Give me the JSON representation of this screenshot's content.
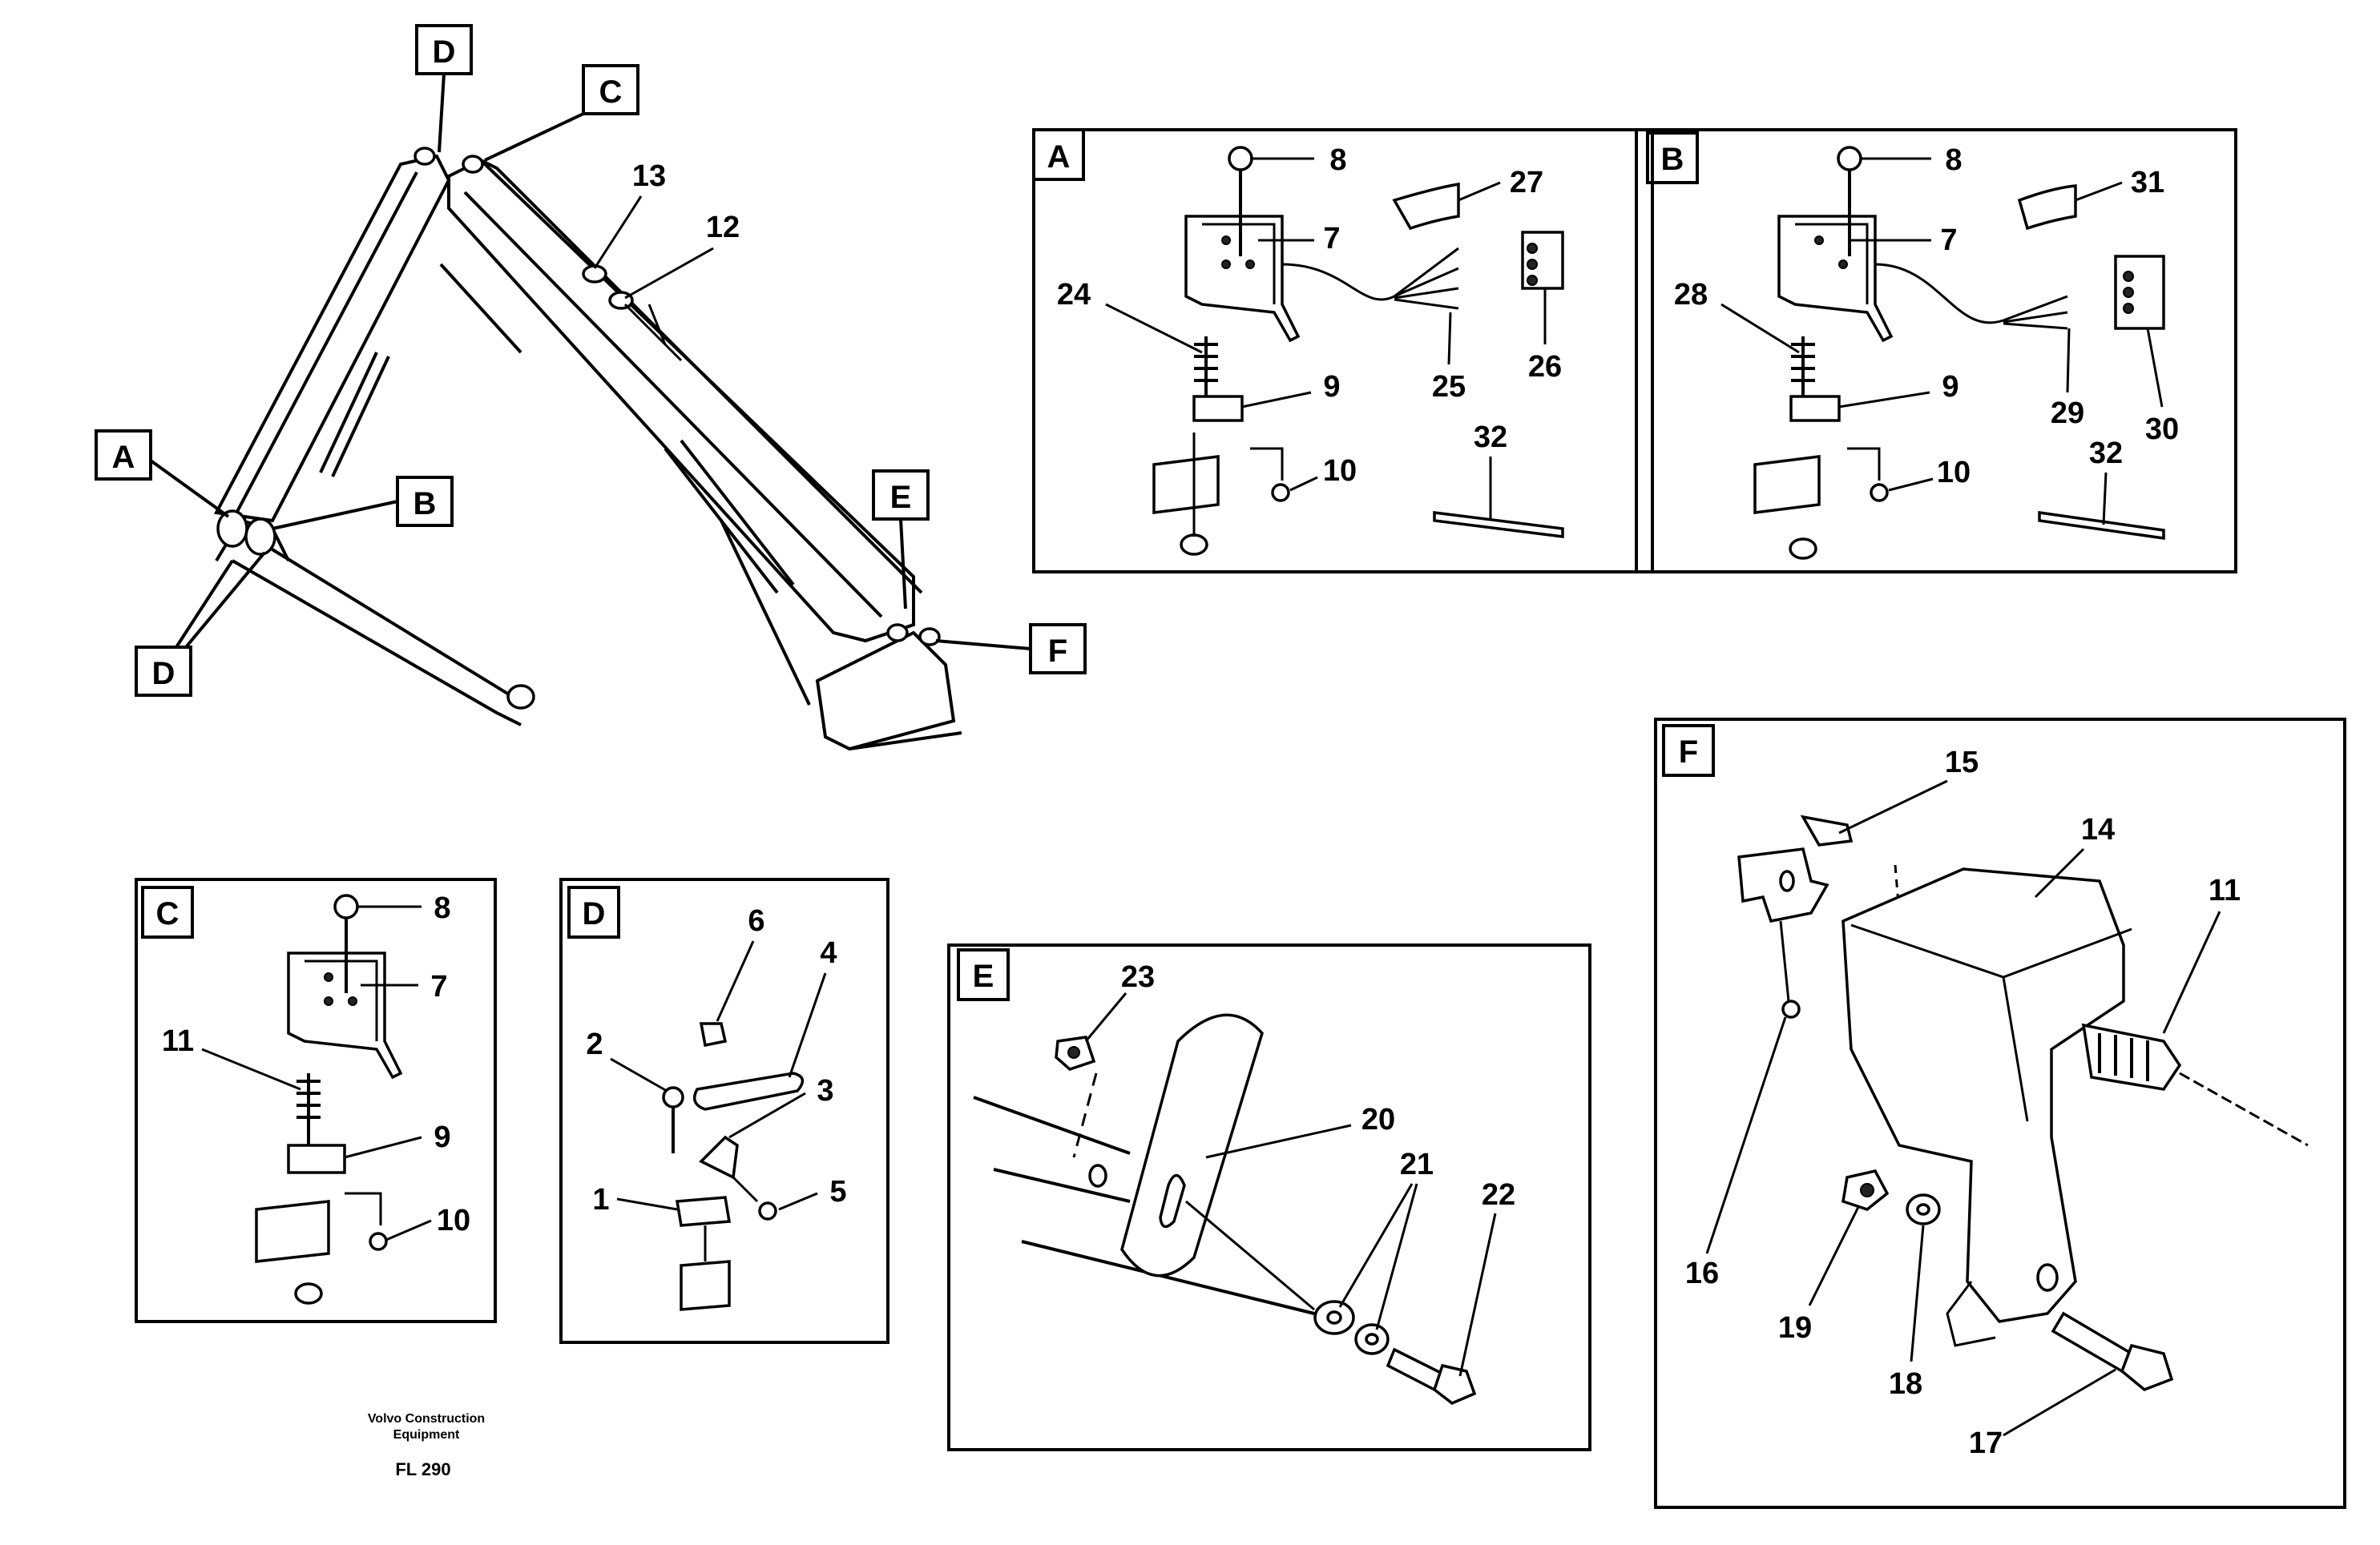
{
  "title_block": {
    "credit": "Volvo Construction Equipment",
    "credit_line1": "Volvo Construction",
    "credit_line2": "Equipment",
    "code": "FL 290"
  },
  "main_view": {
    "callouts": {
      "a": "A",
      "b": "B",
      "c": "C",
      "d_top": "D",
      "d_bottom": "D",
      "e": "E",
      "f": "F"
    },
    "part_numbers": {
      "p13": "13",
      "p12": "12"
    }
  },
  "panel_a": {
    "label": "A",
    "parts": {
      "p8": "8",
      "p7": "7",
      "p27": "27",
      "p24": "24",
      "p9": "9",
      "p25": "25",
      "p26": "26",
      "p32": "32",
      "p10": "10"
    }
  },
  "panel_b": {
    "label": "B",
    "parts": {
      "p8": "8",
      "p7": "7",
      "p31": "31",
      "p28": "28",
      "p9": "9",
      "p29": "29",
      "p30": "30",
      "p32": "32",
      "p10": "10"
    }
  },
  "panel_c": {
    "label": "C",
    "parts": {
      "p8": "8",
      "p7": "7",
      "p11": "11",
      "p9": "9",
      "p10": "10"
    }
  },
  "panel_d": {
    "label": "D",
    "parts": {
      "p6": "6",
      "p4": "4",
      "p2": "2",
      "p3": "3",
      "p1": "1",
      "p5": "5"
    }
  },
  "panel_e": {
    "label": "E",
    "parts": {
      "p23": "23",
      "p20": "20",
      "p21": "21",
      "p22": "22"
    }
  },
  "panel_f": {
    "label": "F",
    "parts": {
      "p15": "15",
      "p14": "14",
      "p11": "11",
      "p16": "16",
      "p19": "19",
      "p18": "18",
      "p17": "17"
    }
  }
}
